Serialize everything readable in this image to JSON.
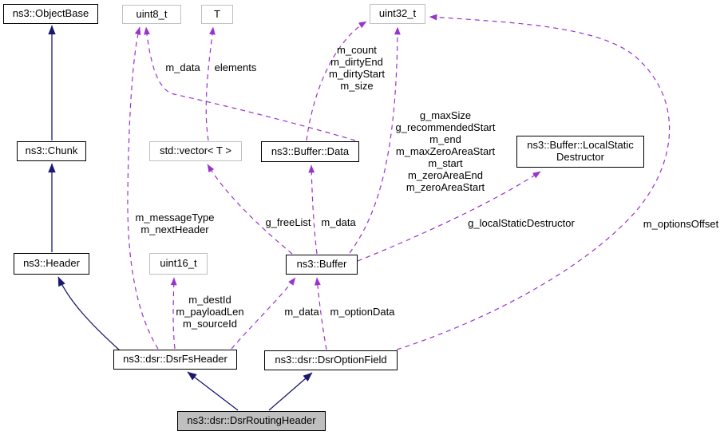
{
  "colors": {
    "inheritance_edge": "#191970",
    "usage_edge": "#9a32cd",
    "selected_node_fill": "#bfbfbf",
    "documented_node_border": "#000000",
    "undocumented_node_border": "#c0c0c0",
    "background": "#ffffff"
  },
  "nodes": {
    "objectbase": "ns3::ObjectBase",
    "uint8_t": "uint8_t",
    "t": "T",
    "uint32_t": "uint32_t",
    "chunk": "ns3::Chunk",
    "vector": "std::vector< T >",
    "buffer_data": "ns3::Buffer::Data",
    "local_static": "ns3::Buffer::LocalStatic\nDestructor",
    "header": "ns3::Header",
    "uint16_t": "uint16_t",
    "buffer": "ns3::Buffer",
    "fs_header": "ns3::dsr::DsrFsHeader",
    "option_field": "ns3::dsr::DsrOptionField",
    "routing_header": "ns3::dsr::DsrRoutingHeader"
  },
  "edge_labels": {
    "buffer_data_to_uint8": "m_data",
    "vector_to_t": "elements",
    "buffer_data_to_uint32": "m_count\nm_dirtyEnd\nm_dirtyStart\nm_size",
    "buffer_to_uint32": "g_maxSize\ng_recommendedStart\nm_end\nm_maxZeroAreaStart\nm_start\nm_zeroAreaEnd\nm_zeroAreaStart",
    "fs_header_to_uint8": "m_messageType\nm_nextHeader",
    "buffer_to_vector": "g_freeList",
    "buffer_to_buffer_data": "m_data",
    "buffer_to_local_static": "g_localStaticDestructor",
    "option_field_to_uint32": "m_optionsOffset",
    "fs_header_to_uint16": "m_destId\nm_payloadLen\nm_sourceId",
    "fs_header_to_buffer": "m_data",
    "option_field_to_buffer": "m_optionData"
  }
}
